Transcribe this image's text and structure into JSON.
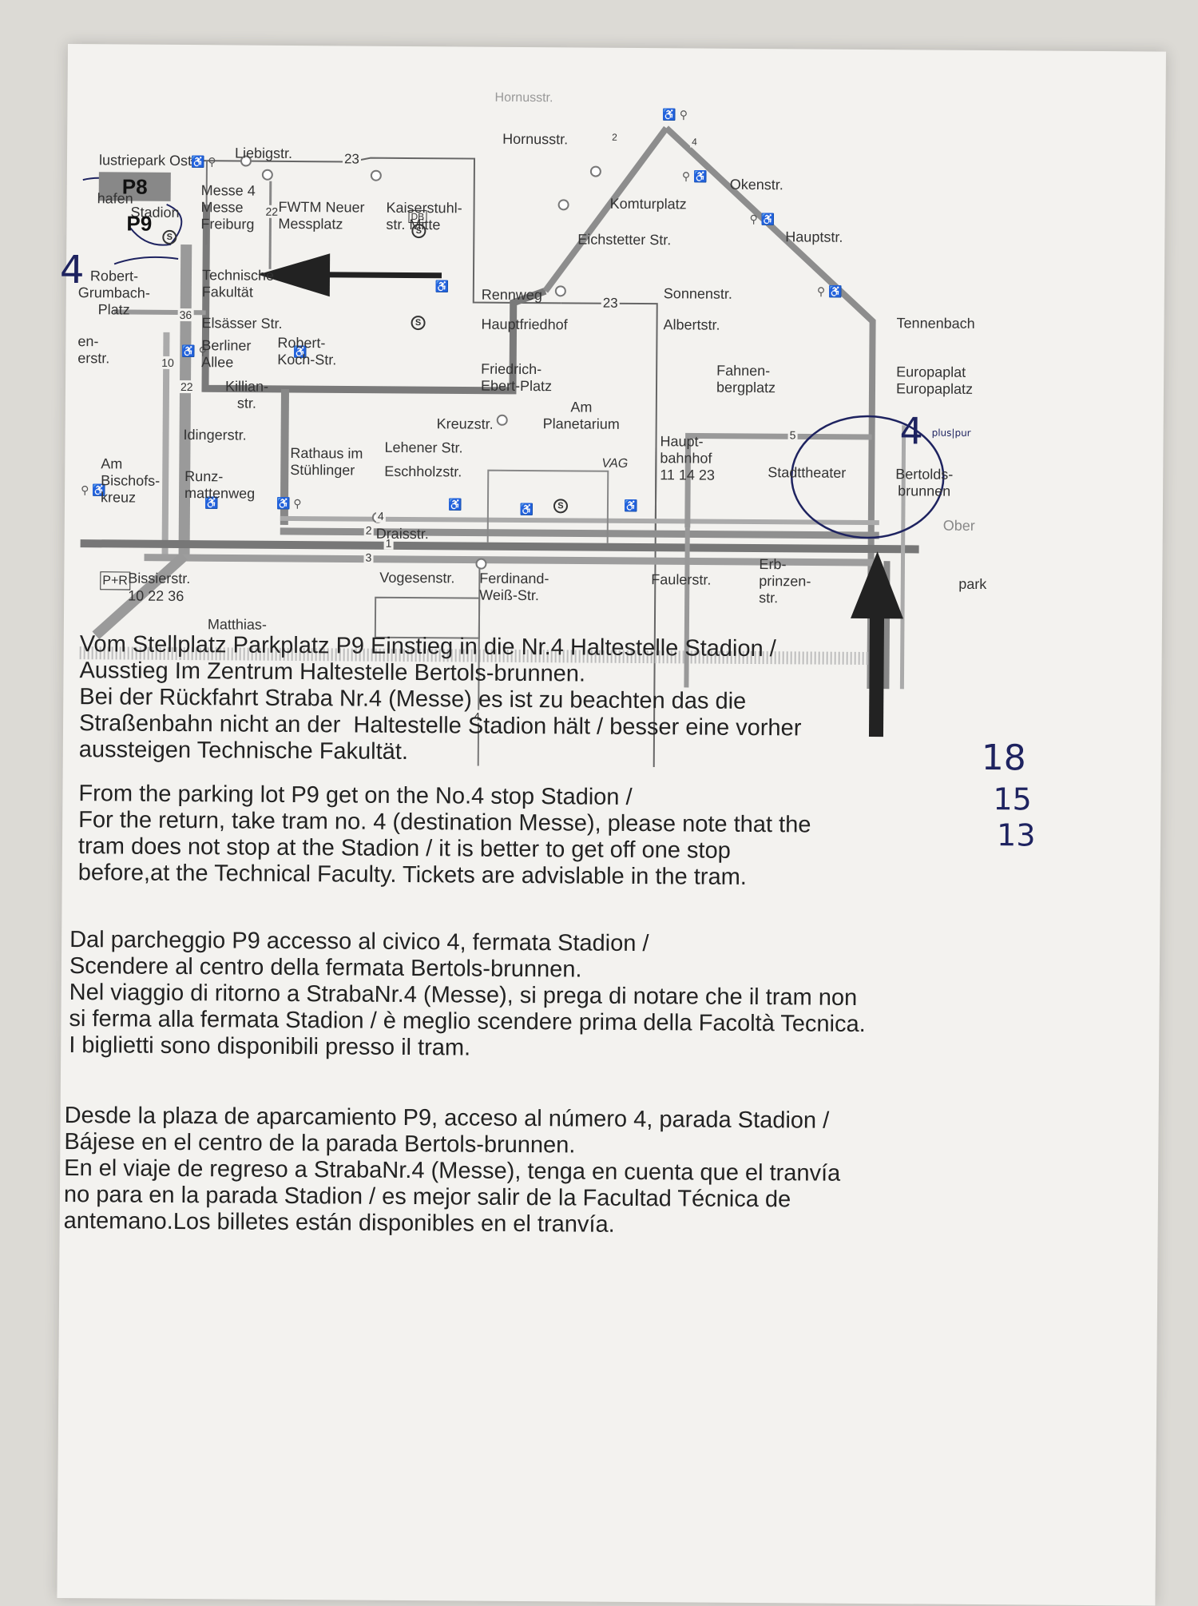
{
  "colors": {
    "paper": "#f3f2ef",
    "track": "#8a8a8a",
    "ink": "#1e2360",
    "arrow": "#222222"
  },
  "map": {
    "labels": {
      "industriepark": "lustriepark Ost",
      "liebigstr": "Liebigstr.",
      "hornusstr_top": "Hornusstr.",
      "hornusstr": "Hornusstr.",
      "hafen": "hafen",
      "messe4": "Messe  4",
      "messe_freiburg": "Messe\nFreiburg",
      "fwtm": "FWTM Neuer\nMessplatz",
      "kaiserstuhl": "Kaiserstuhl-\nstr. Mitte",
      "komturplatz": "Komturplatz",
      "okenstr": "Okenstr.",
      "eichstetter": "Eichstetter Str.",
      "hauptstr": "Hauptstr.",
      "p8": "P8",
      "stadion": "Stadion",
      "p9": "P9",
      "robert_grumbach": "Robert-\nGrumbach-\nPlatz",
      "technische_fakultaet": "Technische\nFakultät",
      "rennweg": "Rennweg",
      "sonnenstr": "Sonnenstr.",
      "elsaesser": "Elsässer Str.",
      "hauptfriedhof": "Hauptfriedhof",
      "albertstr": "Albertstr.",
      "tennenbach": "Tennenbach",
      "en_erstr": "en-\nerstr.",
      "berliner_allee": "Berliner\nAllee",
      "robert_koch": "Robert-\nKoch-Str.",
      "friedrich_ebert": "Friedrich-\nEbert-Platz",
      "fahnenbergplatz": "Fahnen-\nbergplatz",
      "europaplatz": "Europaplat\nEuropaplatz",
      "killianstr": "Killian-\nstr.",
      "am_planetarium": "Am\nPlanetarium",
      "kreuzstr": "Kreuzstr.",
      "idingerstr": "Idingerstr.",
      "hauptbahnhof": "Haupt-\nbahnhof",
      "hbf_lines": "11  14  23",
      "lehener": "Lehener Str.",
      "rathaus": "Rathaus im\nStühlinger",
      "eschholzstr": "Eschholzstr.",
      "vag": "VAG",
      "stadttheater": "Stadttheater",
      "bertoldsbrunnen": "Bertolds-\nbrunnen",
      "am_bischofskreuz": "Am\nBischofs-\nkreuz",
      "runzmattenweg": "Runz-\nmattenweg",
      "draisstr": "Draisstr.",
      "vogesenstr": "Vogesenstr.",
      "ferdinand": "Ferdinand-\nWeiß-Str.",
      "faulerstr": "Faulerstr.",
      "erbprinzenstr": "Erb-\nprinzen-\nstr.",
      "bissierstr": "Bissierstr.",
      "bissier_lines": "10  22  36",
      "matthias": "Matthias-",
      "ober": "Ober",
      "park": "park",
      "pr": "P+R",
      "db": "DB"
    },
    "line_numbers": [
      "23",
      "23",
      "22",
      "36",
      "10",
      "22",
      "5",
      "4",
      "2",
      "1",
      "3",
      "4",
      "2",
      "4"
    ],
    "handwriting": {
      "left_four": "4",
      "right_four": "4",
      "plus": "plus|pur",
      "n18": "18",
      "n15": "15",
      "n13": "13"
    }
  },
  "text": {
    "de": "Vom Stellplatz Parkplatz P9 Einstieg in die Nr.4 Haltestelle Stadion /\nAusstieg Im Zentrum Haltestelle Bertols-brunnen.\nBei der Rückfahrt Straba Nr.4 (Messe) es ist zu beachten das die\nStraßenbahn nicht an der  Haltestelle Stadion hält / besser eine vorher\naussteigen Technische Fakultät.",
    "en": "From the parking lot P9 get on the No.4 stop Stadion /\nFor the return, take tram no. 4 (destination Messe), please note that the\ntram does not stop at the Stadion / it is better to get off one stop\nbefore,at the Technical Faculty. Tickets are advislable in the tram.",
    "it": "Dal parcheggio P9 accesso al civico 4, fermata Stadion /\nScendere al centro della fermata Bertols-brunnen.\nNel viaggio di ritorno a StrabaNr.4 (Messe), si prega di notare che il tram non\nsi ferma alla fermata Stadion / è meglio scendere prima della Facoltà Tecnica.\nI biglietti sono disponibili presso il tram.",
    "es": "Desde la plaza de aparcamiento P9, acceso al número 4, parada Stadion /\nBájese en el centro de la parada Bertols-brunnen.\nEn el viaje de regreso a StrabaNr.4 (Messe), tenga en cuenta que el tranvía\nno para en la parada Stadion / es mejor salir de la Facultad Técnica de\nantemano.Los billetes están disponibles en el tranvía."
  }
}
